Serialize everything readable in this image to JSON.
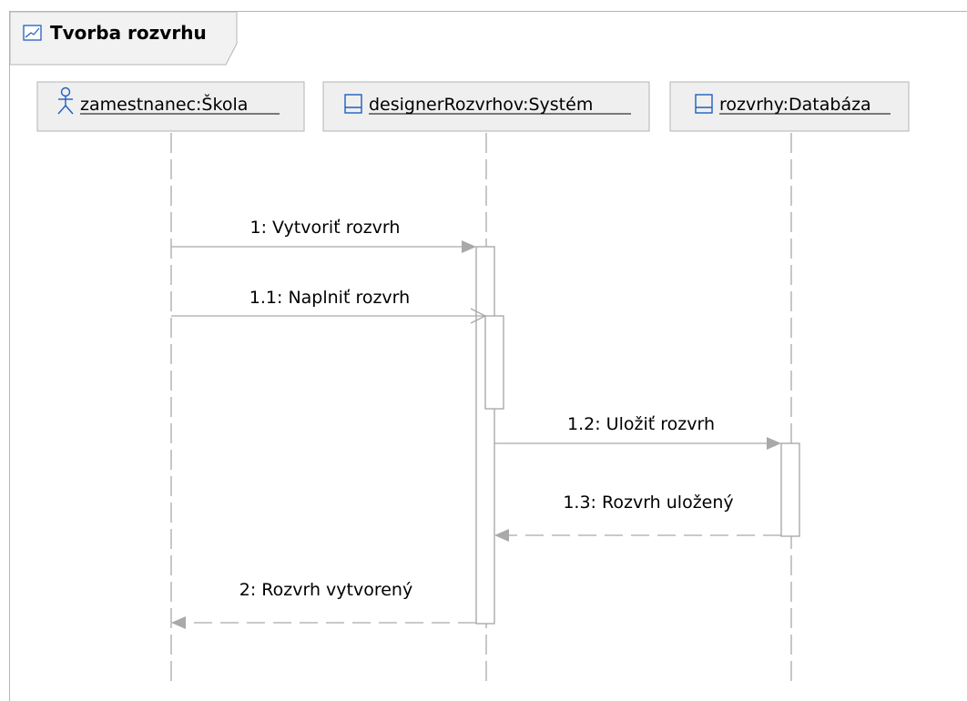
{
  "frame": {
    "title": "Tvorba rozvrhu",
    "icon": "sequence-diagram-icon"
  },
  "lifelines": [
    {
      "id": "zamestnanec",
      "label": "zamestnanec:Škola",
      "icon": "actor-icon"
    },
    {
      "id": "designer",
      "label": "designerRozvrhov:Systém",
      "icon": "class-icon"
    },
    {
      "id": "rozvrhy",
      "label": "rozvrhy:Databáza",
      "icon": "class-icon"
    }
  ],
  "messages": [
    {
      "label": "1: Vytvoriť rozvrh",
      "from": "zamestnanec",
      "to": "designer",
      "kind": "synchronous"
    },
    {
      "label": "1.1: Naplniť rozvrh",
      "from": "zamestnanec",
      "to": "designer",
      "kind": "asynchronous"
    },
    {
      "label": "1.2: Uložiť rozvrh",
      "from": "designer",
      "to": "rozvrhy",
      "kind": "synchronous"
    },
    {
      "label": "1.3: Rozvrh uložený",
      "from": "rozvrhy",
      "to": "designer",
      "kind": "reply"
    },
    {
      "label": "2: Rozvrh vytvorený",
      "from": "designer",
      "to": "zamestnanec",
      "kind": "reply"
    }
  ],
  "colors": {
    "line": "#a9a9a9",
    "header_fill": "#efefef",
    "icon": "#1f5fbf",
    "frame_tab": "#f2f2f2"
  }
}
